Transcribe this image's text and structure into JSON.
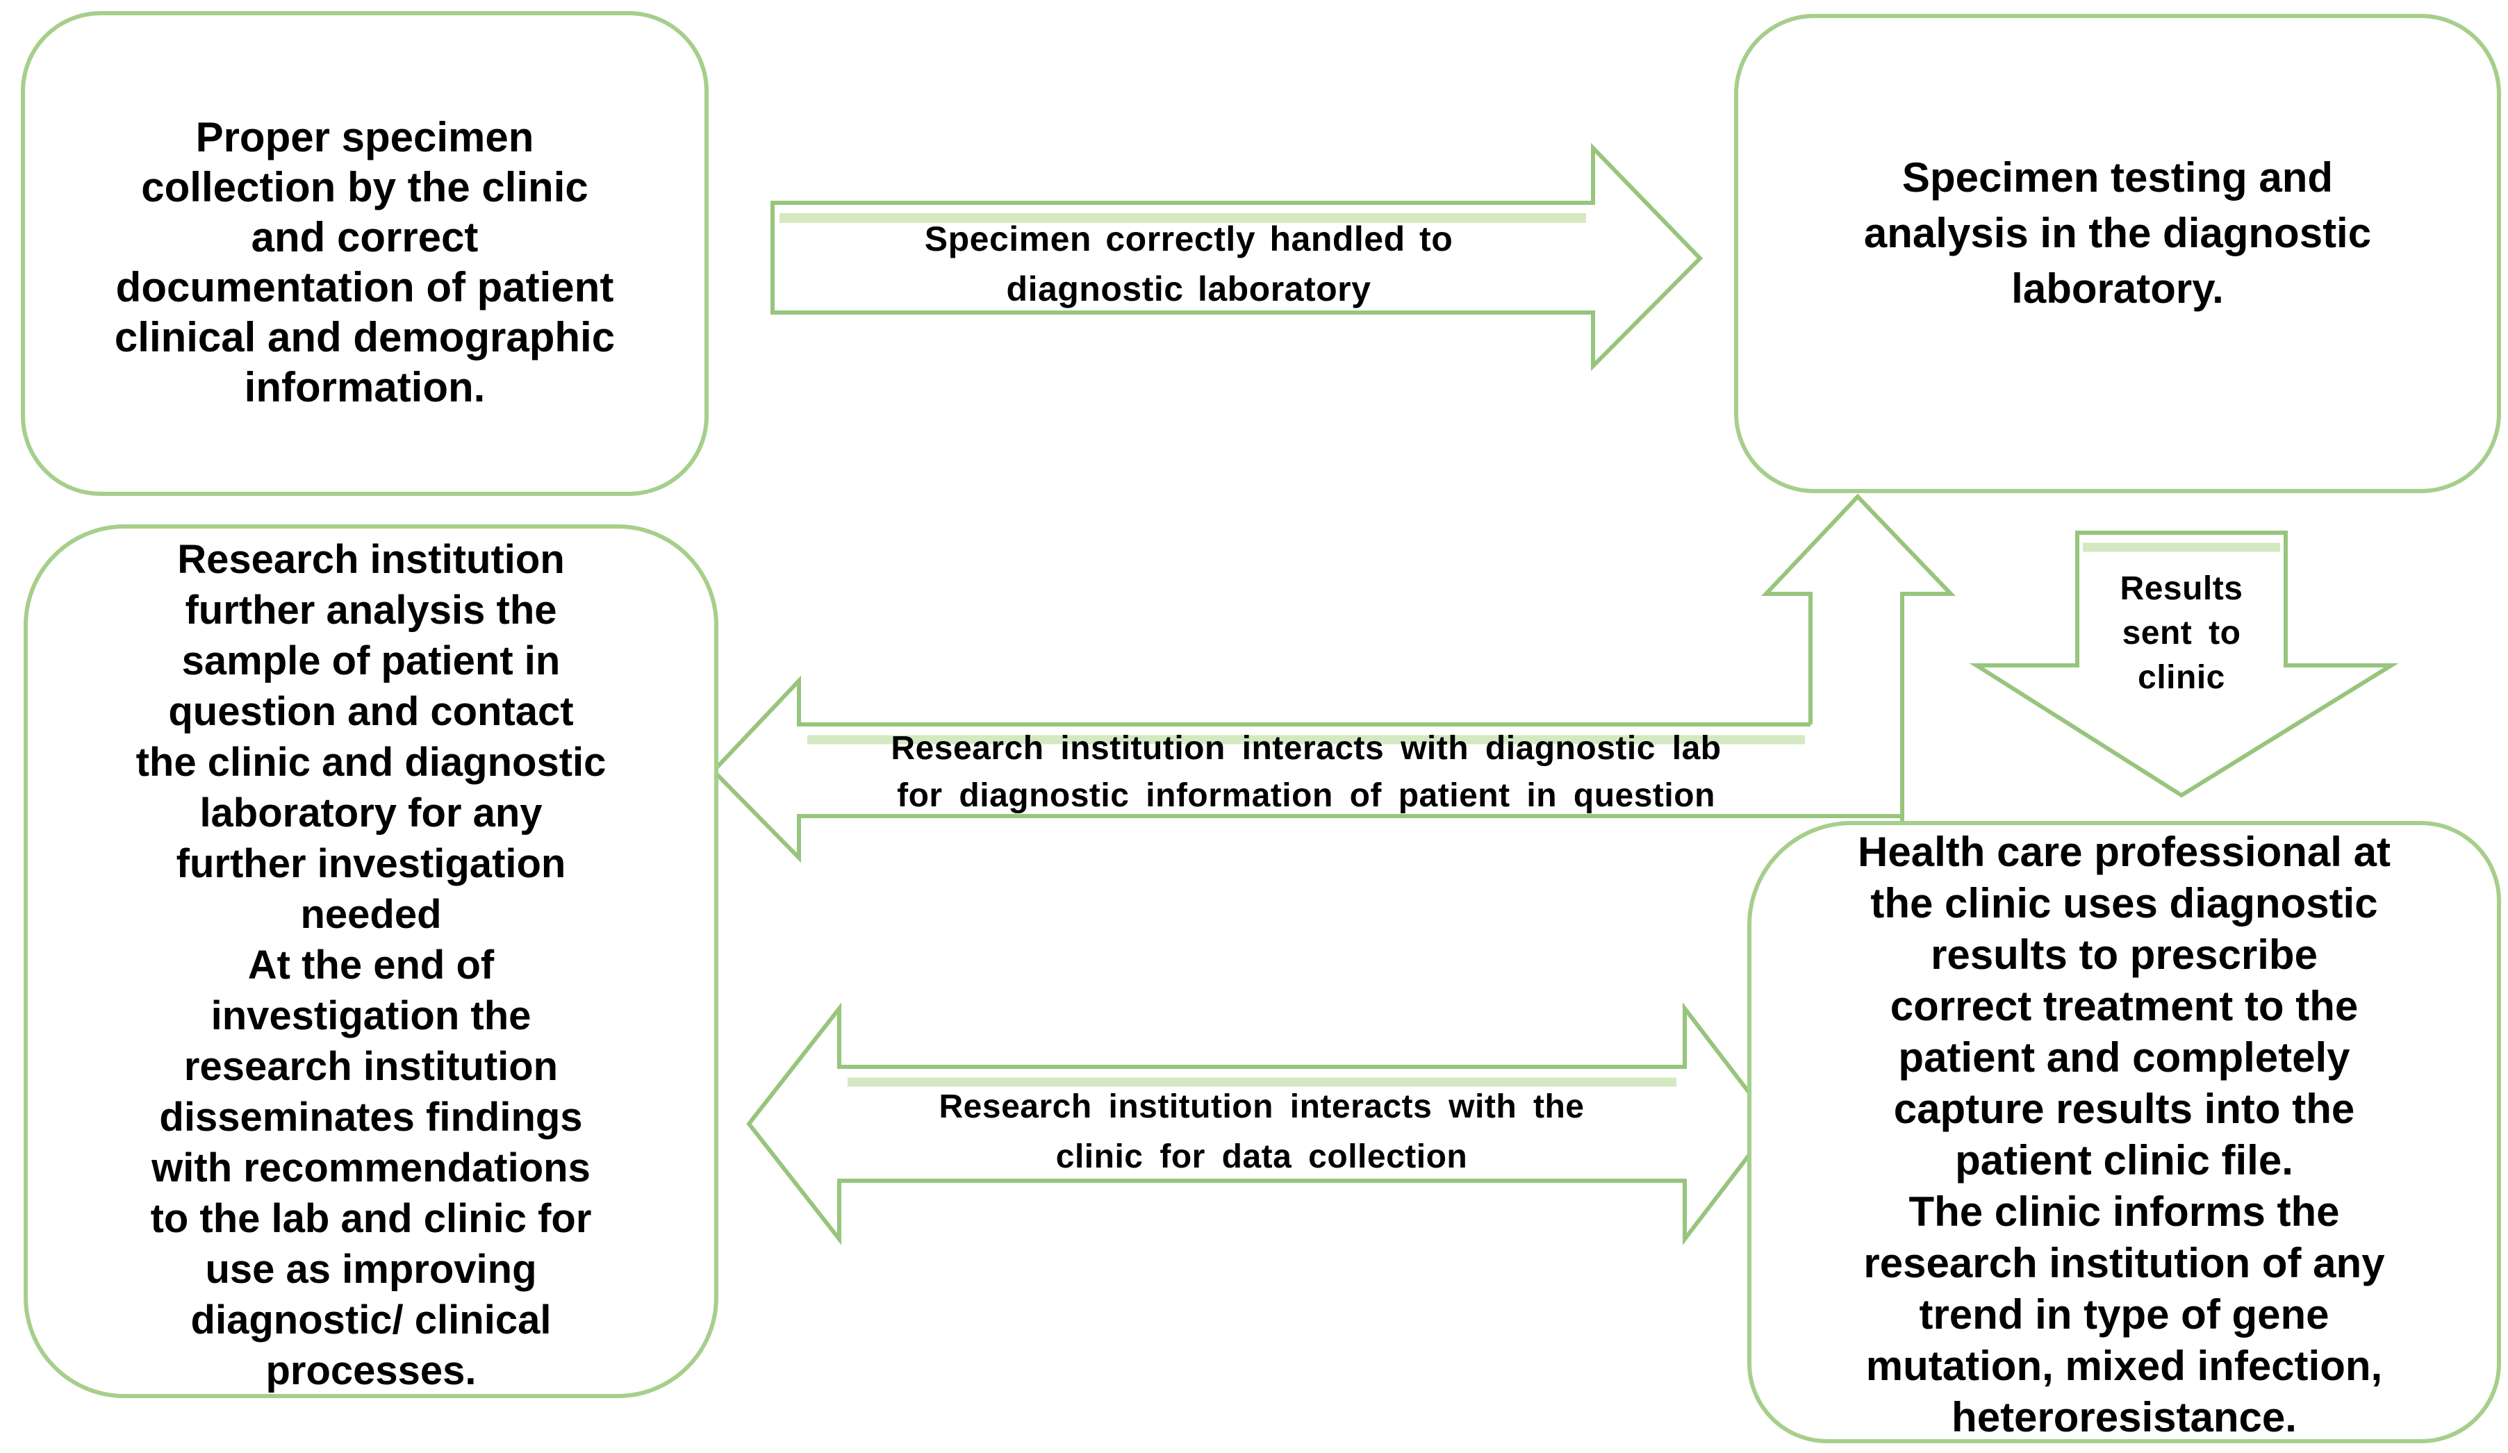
{
  "colors": {
    "box_border_green": "#a5cf8b",
    "arrow_outline_green": "#97c57c",
    "arrow_bevel_green": "#d4e8c2",
    "text_black": "#000000",
    "background_white": "#ffffff"
  },
  "boxes": {
    "top_left": {
      "text": "Proper specimen\ncollection by the clinic\nand correct\ndocumentation of patient\nclinical and demographic\ninformation."
    },
    "top_right": {
      "text": "Specimen testing and\nanalysis in the diagnostic\nlaboratory."
    },
    "mid_left": {
      "text": "Research institution\nfurther analysis the\nsample of patient in\nquestion and contact\nthe clinic and diagnostic\nlaboratory for any\nfurther investigation\nneeded\nAt the end of\ninvestigation the\nresearch institution\ndisseminates findings\nwith recommendations\nto the lab and clinic for\nuse as improving\ndiagnostic/ clinical\nprocesses."
    },
    "bottom_right": {
      "text": "Health care professional at\nthe clinic uses diagnostic\nresults to prescribe\ncorrect treatment to the\npatient and completely\ncapture results into the\npatient clinic file.\nThe clinic informs the\nresearch institution of any\ntrend in type of gene\nmutation, mixed infection,\nheteroresistance."
    }
  },
  "arrow_labels": {
    "specimen_handled": "Specimen correctly handled to\ndiagnostic laboratory",
    "research_lab": "Research institution interacts with diagnostic lab\nfor diagnostic information of patient in question",
    "results": "Results\nsent to\nclinic",
    "research_clinic": "Research institution interacts with the\nclinic for data collection"
  }
}
